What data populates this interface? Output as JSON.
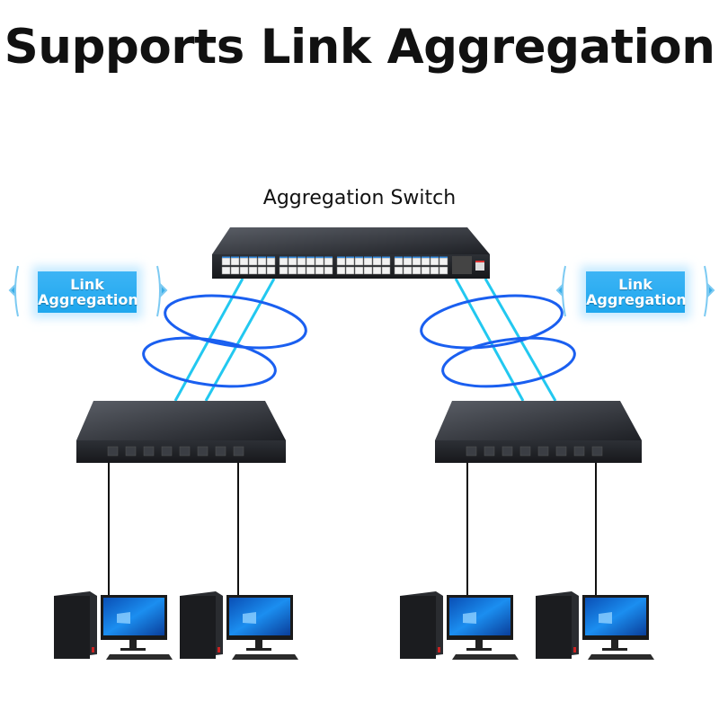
{
  "title": "Supports Link Aggregation",
  "aggregation_switch_label": "Aggregation Switch",
  "badges": [
    {
      "line1": "Link",
      "line2": "Aggregation"
    },
    {
      "line1": "Link",
      "line2": "Aggregation"
    }
  ],
  "colors": {
    "cable_cyan": "#22c8f0",
    "loop_blue": "#1a5ff0",
    "badge_blue": "#27aaf0",
    "switch_body": "#2a2d33"
  }
}
